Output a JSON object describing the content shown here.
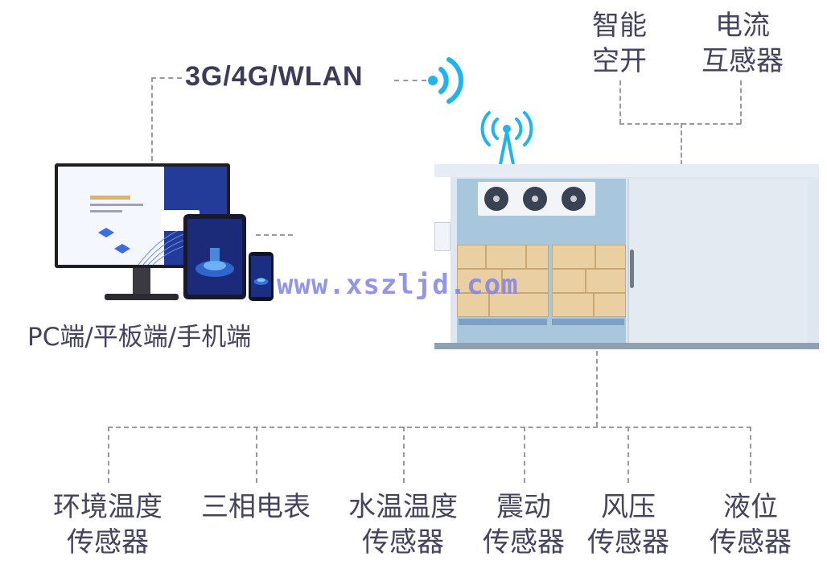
{
  "network": {
    "label": "3G/4G/WLAN"
  },
  "devices": {
    "label": "PC端/平板端/手机端"
  },
  "watermark": {
    "text": "www.xszljd.com"
  },
  "top_sensors": [
    {
      "line1": "智能",
      "line2": "空开"
    },
    {
      "line1": "电流",
      "line2": "互感器"
    }
  ],
  "bottom_sensors": [
    {
      "line1": "环境温度",
      "line2": "传感器"
    },
    {
      "line1": "三相电表",
      "line2": ""
    },
    {
      "line1": "水温温度",
      "line2": "传感器"
    },
    {
      "line1": "震动",
      "line2": "传感器"
    },
    {
      "line1": "风压",
      "line2": "传感器"
    },
    {
      "line1": "液位",
      "line2": "传感器"
    }
  ],
  "colors": {
    "wireless_accent": "#1fb4ef",
    "connector_line": "#9a9a9a",
    "text": "#444460",
    "watermark": "#7f83e8"
  },
  "icons": {
    "wireless": "wifi-signal-icon",
    "antenna": "antenna-tower-icon"
  }
}
